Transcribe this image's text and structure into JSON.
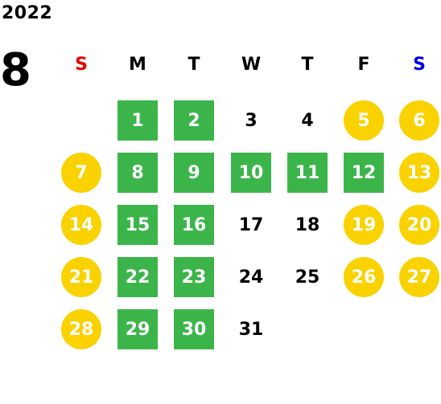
{
  "year": "2022",
  "month": "8",
  "weekdays": [
    {
      "label": "S",
      "color": "#e60000"
    },
    {
      "label": "M",
      "color": "#000000"
    },
    {
      "label": "T",
      "color": "#000000"
    },
    {
      "label": "W",
      "color": "#000000"
    },
    {
      "label": "T",
      "color": "#000000"
    },
    {
      "label": "F",
      "color": "#000000"
    },
    {
      "label": "S",
      "color": "#0000e6"
    }
  ],
  "colors": {
    "green": "#3bb54a",
    "yellow": "#f9d200"
  },
  "days": [
    {
      "d": "1",
      "col": 1,
      "row": 0,
      "style": "green"
    },
    {
      "d": "2",
      "col": 2,
      "row": 0,
      "style": "green"
    },
    {
      "d": "3",
      "col": 3,
      "row": 0,
      "style": "plain"
    },
    {
      "d": "4",
      "col": 4,
      "row": 0,
      "style": "plain"
    },
    {
      "d": "5",
      "col": 5,
      "row": 0,
      "style": "yellow"
    },
    {
      "d": "6",
      "col": 6,
      "row": 0,
      "style": "yellow"
    },
    {
      "d": "7",
      "col": 0,
      "row": 1,
      "style": "yellow"
    },
    {
      "d": "8",
      "col": 1,
      "row": 1,
      "style": "green"
    },
    {
      "d": "9",
      "col": 2,
      "row": 1,
      "style": "green"
    },
    {
      "d": "10",
      "col": 3,
      "row": 1,
      "style": "green"
    },
    {
      "d": "11",
      "col": 4,
      "row": 1,
      "style": "green"
    },
    {
      "d": "12",
      "col": 5,
      "row": 1,
      "style": "green"
    },
    {
      "d": "13",
      "col": 6,
      "row": 1,
      "style": "yellow"
    },
    {
      "d": "14",
      "col": 0,
      "row": 2,
      "style": "yellow"
    },
    {
      "d": "15",
      "col": 1,
      "row": 2,
      "style": "green"
    },
    {
      "d": "16",
      "col": 2,
      "row": 2,
      "style": "green"
    },
    {
      "d": "17",
      "col": 3,
      "row": 2,
      "style": "plain"
    },
    {
      "d": "18",
      "col": 4,
      "row": 2,
      "style": "plain"
    },
    {
      "d": "19",
      "col": 5,
      "row": 2,
      "style": "yellow"
    },
    {
      "d": "20",
      "col": 6,
      "row": 2,
      "style": "yellow"
    },
    {
      "d": "21",
      "col": 0,
      "row": 3,
      "style": "yellow"
    },
    {
      "d": "22",
      "col": 1,
      "row": 3,
      "style": "green"
    },
    {
      "d": "23",
      "col": 2,
      "row": 3,
      "style": "green"
    },
    {
      "d": "24",
      "col": 3,
      "row": 3,
      "style": "plain"
    },
    {
      "d": "25",
      "col": 4,
      "row": 3,
      "style": "plain"
    },
    {
      "d": "26",
      "col": 5,
      "row": 3,
      "style": "yellow"
    },
    {
      "d": "27",
      "col": 6,
      "row": 3,
      "style": "yellow"
    },
    {
      "d": "28",
      "col": 0,
      "row": 4,
      "style": "yellow"
    },
    {
      "d": "29",
      "col": 1,
      "row": 4,
      "style": "green"
    },
    {
      "d": "30",
      "col": 2,
      "row": 4,
      "style": "green"
    },
    {
      "d": "31",
      "col": 3,
      "row": 4,
      "style": "plain"
    }
  ]
}
